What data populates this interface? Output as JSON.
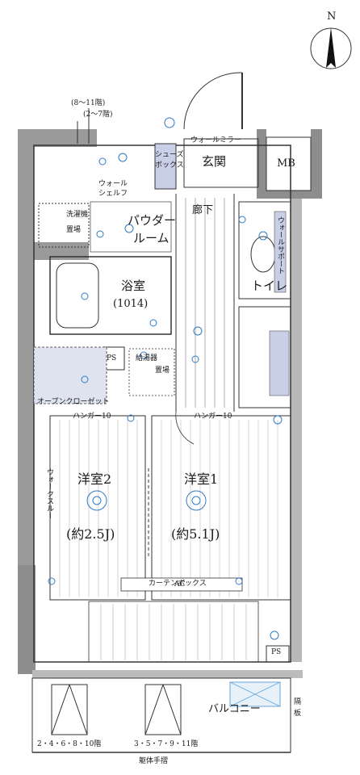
{
  "compass": {
    "north_letter": "N"
  },
  "floor_notes": {
    "upper_floors": "(8～11階)",
    "lower_floors": "(2～7階)",
    "balcony_left_floors": "2・4・6・8・10階",
    "balcony_right_floors": "3・5・7・9・11階"
  },
  "rooms": {
    "entrance": "玄関",
    "mb": "MB",
    "shoe_box_line1": "シューズ",
    "shoe_box_line2": "ボックス",
    "walk_in_closet": "ウォールミラー",
    "wall_shelf_line1": "ウォール",
    "wall_shelf_line2": "シェルフ",
    "laundry_line1": "洗濯機",
    "laundry_line2": "置場",
    "powder_line1": "パウダー",
    "powder_line2": "ルーム",
    "corridor": "廊下",
    "toilet": "トイレ",
    "bath_name": "浴室",
    "bath_size": "(1014)",
    "ps_upper": "PS",
    "ps_lower": "PS",
    "water_heater_line1": "給湯器",
    "water_heater_line2": "置場",
    "open_closet_vertical": "ウォークスルー",
    "open_closet_horizontal": "オープンクローゼット",
    "western_room_2": "洋室2",
    "western_room_2_size": "(約2.5J)",
    "western_room_1": "洋室1",
    "western_room_1_size": "(約5.1J)",
    "curtain_box": "カーテンボックス",
    "balcony": "バルコニー",
    "handrail": "躯体手摺",
    "partition_line1": "隔",
    "partition_line2": "板",
    "hanger_left": "ハンガー10",
    "hanger_right": "ハンガー10",
    "toilet_shelf": "ウォールサポート",
    "ac_label": "AC"
  }
}
